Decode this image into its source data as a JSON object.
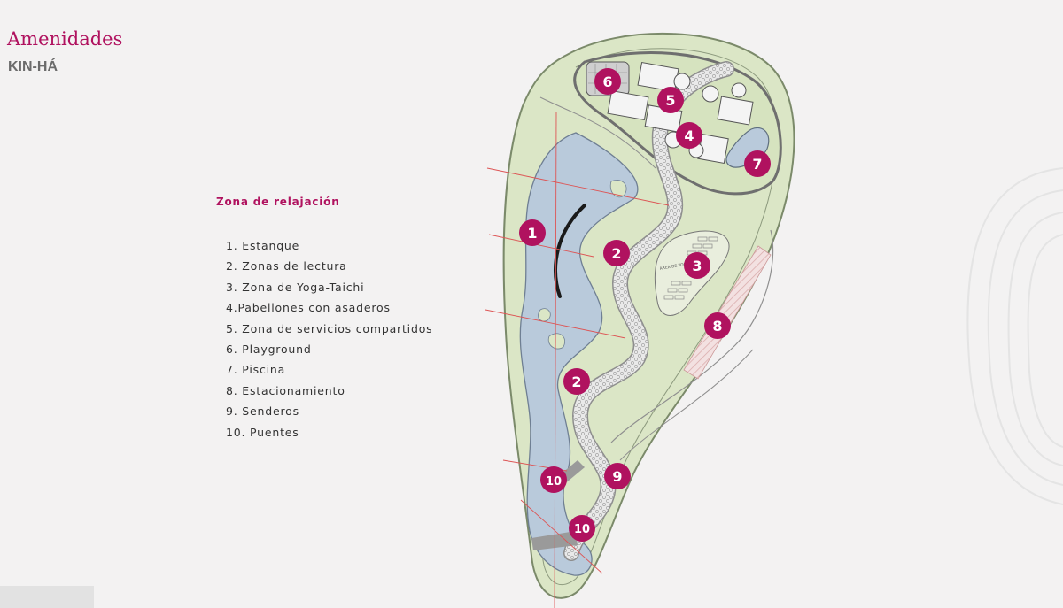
{
  "header": {
    "title": "Amenidades",
    "subtitle": "KIN-HÁ"
  },
  "legend": {
    "title": "Zona de relajación",
    "items": [
      "1. Estanque",
      "2. Zonas de lectura",
      "3. Zona de Yoga-Taichi",
      "4.Pabellones con asaderos",
      "5. Zona de servicios compartidos",
      "6. Playground",
      "7. Piscina",
      "8. Estacionamiento",
      "9. Senderos",
      "10. Puentes"
    ]
  },
  "map": {
    "markers": [
      "1",
      "2",
      "2",
      "3",
      "4",
      "5",
      "6",
      "7",
      "8",
      "9",
      "10",
      "10"
    ],
    "yoga_label": "ÁREA DE YOGA"
  },
  "colors": {
    "accent": "#b0125f",
    "land": "#dbe6c6",
    "water": "#b9cadb",
    "path": "#e7e7e7",
    "background": "#f3f2f2"
  }
}
